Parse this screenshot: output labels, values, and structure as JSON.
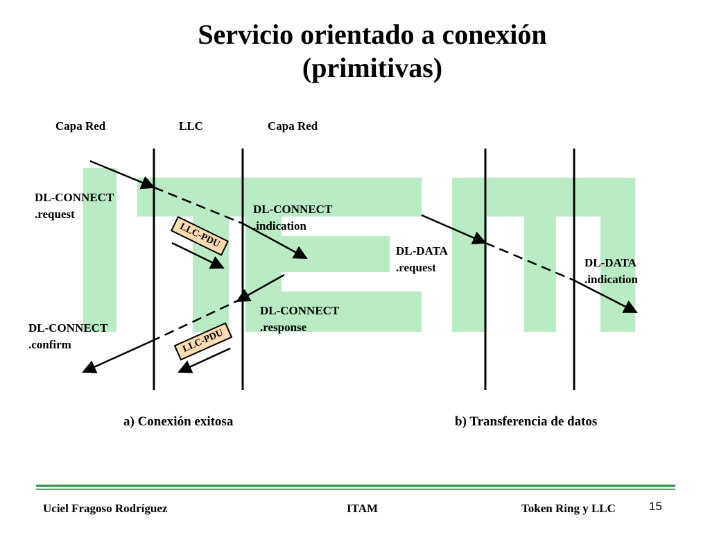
{
  "title": {
    "line1": "Servicio orientado a conexión",
    "line2": "(primitivas)"
  },
  "headers": {
    "left_layer": "Capa Red",
    "middle_layer": "LLC",
    "right_layer": "Capa Red"
  },
  "primitives": {
    "connect_request": {
      "line1": "DL-CONNECT",
      "line2": ".request"
    },
    "connect_indication": {
      "line1": "DL-CONNECT",
      "line2": ".indication"
    },
    "connect_response": {
      "line1": "DL-CONNECT",
      "line2": ".response"
    },
    "connect_confirm": {
      "line1": "DL-CONNECT",
      "line2": ".confirm"
    },
    "data_request": {
      "line1": "DL-DATA",
      "line2": ".request"
    },
    "data_indication": {
      "line1": "DL-DATA",
      "line2": ".indication"
    }
  },
  "pdu_label": "LLC-PDU",
  "captions": {
    "left": "a) Conexión exitosa",
    "right": "b) Transferencia de datos"
  },
  "footer": {
    "author": "Uciel Fragoso Rodríguez",
    "institution": "ITAM",
    "topic": "Token Ring y LLC",
    "page": "15"
  },
  "colors": {
    "watermark": "#b9ebc5",
    "footer_rule": "#2e8b3e",
    "pdu_fill": "#fbdcb0"
  }
}
